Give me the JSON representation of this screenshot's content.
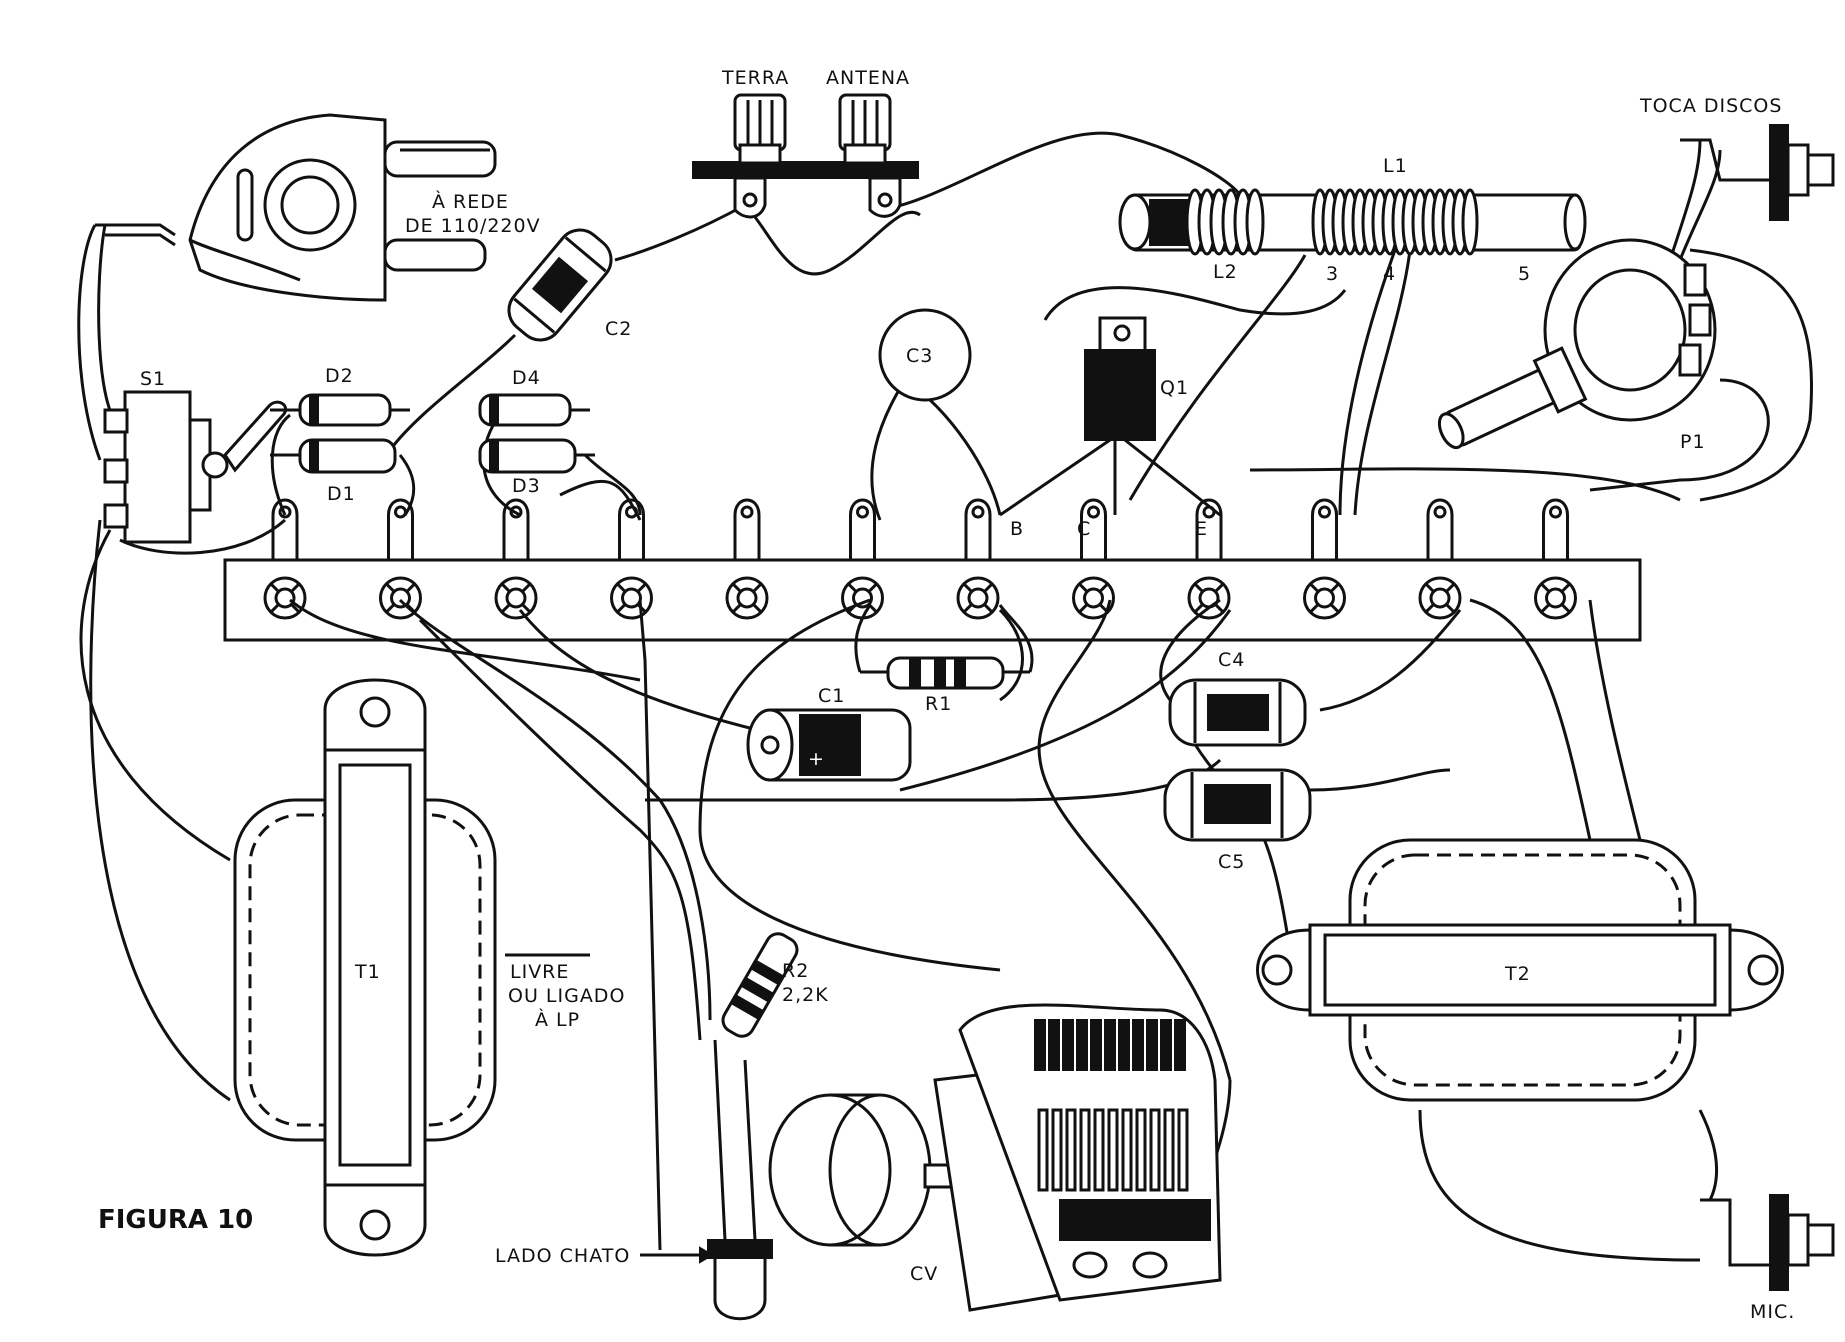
{
  "figure": {
    "title": "FIGURA 10"
  },
  "connectors": {
    "ground": "TERRA",
    "antenna": "ANTENA",
    "record_player": "TOCA DISCOS",
    "microphone": "MIC."
  },
  "mains": {
    "line1": "À REDE",
    "line2": "DE 110/220V"
  },
  "components": {
    "s1": "S1",
    "d1": "D1",
    "d2": "D2",
    "d3": "D3",
    "d4": "D4",
    "c1": "C1",
    "c2": "C2",
    "c3": "C3",
    "c4": "C4",
    "c5": "C5",
    "q1": "Q1",
    "l1": "L1",
    "l2": "L2",
    "p1": "P1",
    "r1": "R1",
    "r2": "R2",
    "r2_value": "2,2K",
    "t1": "T1",
    "t2": "T2",
    "cv": "CV",
    "c1_polarity": "+"
  },
  "coil_taps": {
    "t3": "3",
    "t4": "4",
    "t5": "5"
  },
  "transistor_pins": {
    "b": "B",
    "c": "C",
    "e": "E"
  },
  "notes": {
    "free_line1": "LIVRE",
    "free_line2": "OU LIGADO",
    "free_line3": "À LP",
    "flat_side": "LADO CHATO"
  }
}
